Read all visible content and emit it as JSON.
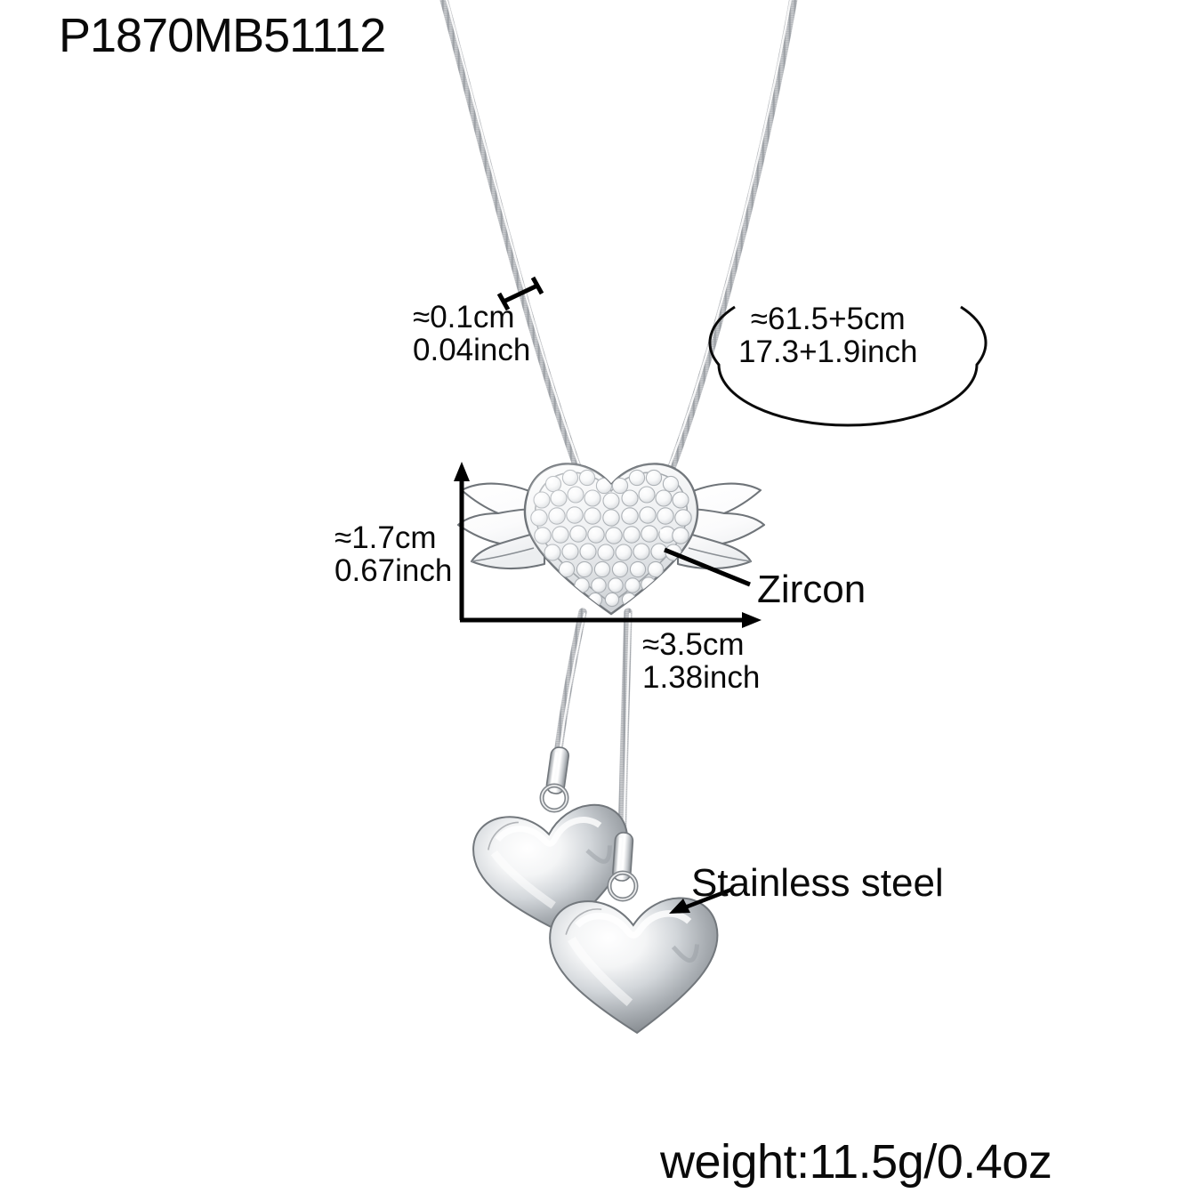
{
  "product": {
    "code": "P1870MB51112",
    "weight": "weight:11.5g/0.4oz"
  },
  "measurements": {
    "chain_width": "≈0.1cm\n0.04inch",
    "chain_length": "≈61.5+5cm\n17.3+1.9inch",
    "pendant_height": "≈1.7cm\n0.67inch",
    "pendant_width": "≈3.5cm\n1.38inch"
  },
  "callouts": {
    "zircon": "Zircon",
    "stainless_steel": "Stainless steel"
  },
  "colors": {
    "text": "#0a0a0a",
    "background": "#ffffff",
    "metal_light": "#ffffff",
    "metal_mid": "#c9ccd0",
    "metal_dark": "#8c9095",
    "outline": "#6f7479"
  }
}
